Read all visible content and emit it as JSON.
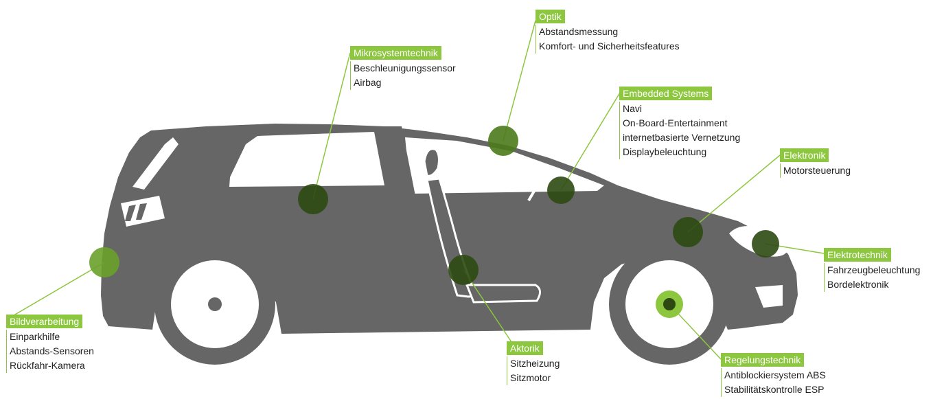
{
  "colors": {
    "car": "#666666",
    "accent": "#8dc63f",
    "hotspot_dark": "#2d4a12",
    "hotspot_light": "#8dc63f"
  },
  "callouts": [
    {
      "id": "optik",
      "title": "Optik",
      "items": [
        "Abstandsmessung",
        "Komfort- und Sicherheitsfeatures"
      ]
    },
    {
      "id": "mikro",
      "title": "Mikrosystemtechnik",
      "items": [
        "Beschleunigungssensor",
        "Airbag"
      ]
    },
    {
      "id": "embedded",
      "title": "Embedded Systems",
      "items": [
        "Navi",
        "On-Board-Entertainment",
        "internetbasierte Vernetzung",
        "Displaybeleuchtung"
      ]
    },
    {
      "id": "elektronik",
      "title": "Elektronik",
      "items": [
        "Motorsteuerung"
      ]
    },
    {
      "id": "elektrotechnik",
      "title": "Elektrotechnik",
      "items": [
        "Fahrzeugbeleuchtung",
        "Bordelektronik"
      ]
    },
    {
      "id": "regelung",
      "title": "Regelungstechnik",
      "items": [
        "Antiblockiersystem ABS",
        "Stabilitätskontrolle ESP"
      ]
    },
    {
      "id": "aktorik",
      "title": "Aktorik",
      "items": [
        "Sitzheizung",
        "Sitzmotor"
      ]
    },
    {
      "id": "bild",
      "title": "Bildverarbeitung",
      "items": [
        "Einparkhilfe",
        "Abstands-Sensoren",
        "Rückfahr-Kamera"
      ]
    }
  ]
}
